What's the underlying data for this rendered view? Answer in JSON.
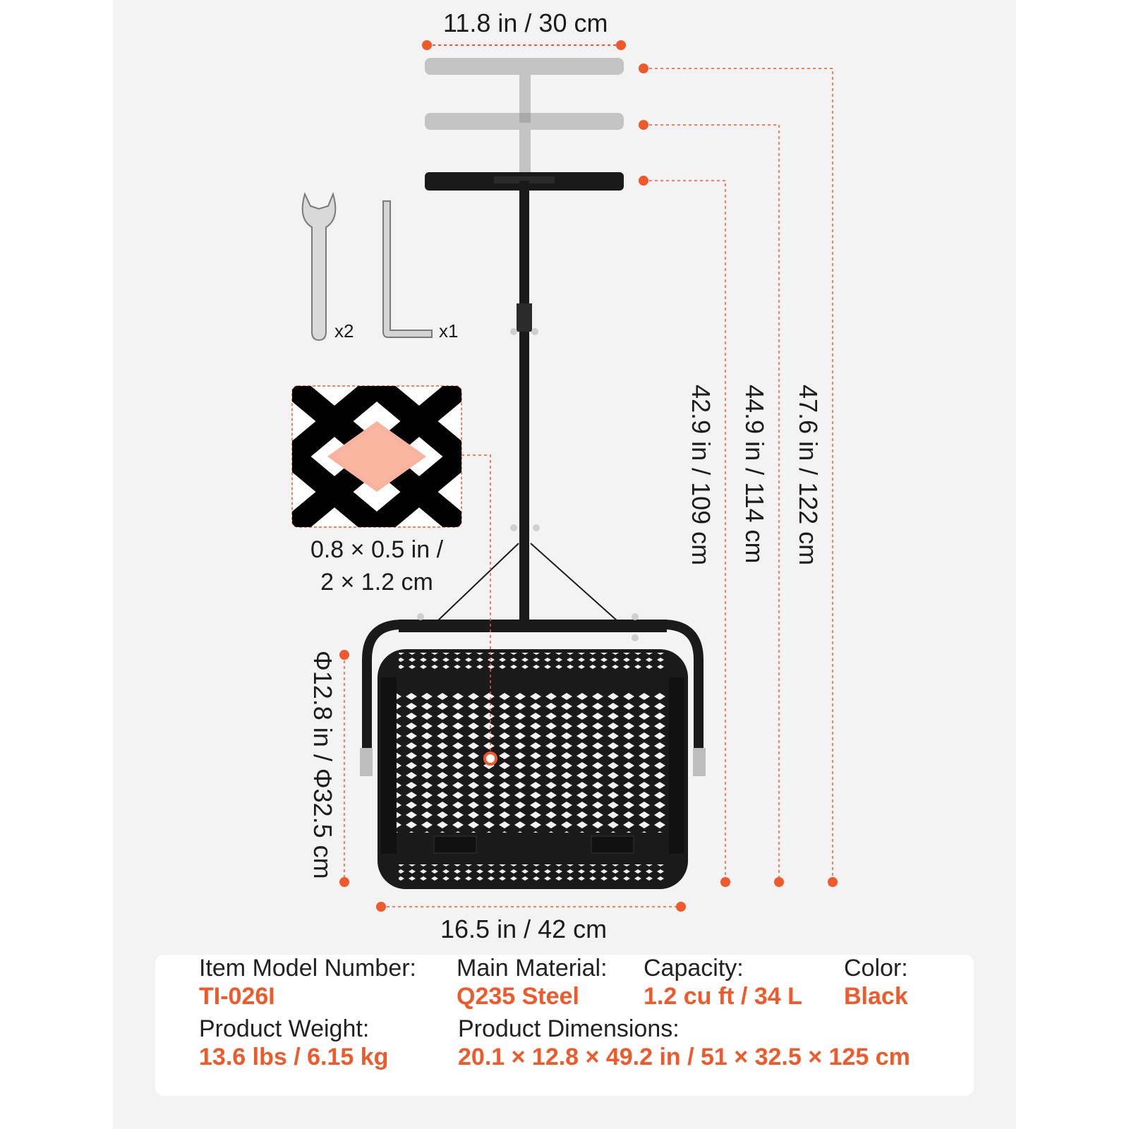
{
  "dimensions": {
    "handle_width": "11.8 in / 30 cm",
    "height_low": "42.9 in / 109 cm",
    "height_mid": "44.9 in / 114 cm",
    "height_high": "47.6 in / 122 cm",
    "drum_width": "16.5 in / 42 cm",
    "drum_diameter": "Φ12.8 in / Φ32.5 cm",
    "mesh_size_line1": "0.8 × 0.5 in /",
    "mesh_size_line2": "2 × 1.2 cm"
  },
  "accessories": {
    "wrench_qty": "x2",
    "hex_key_qty": "x1"
  },
  "specs": {
    "model_label": "Item Model Number:",
    "model_value": "TI-026I",
    "material_label": "Main Material:",
    "material_value": "Q235 Steel",
    "capacity_label": "Capacity:",
    "capacity_value": "1.2 cu ft / 34 L",
    "color_label": "Color:",
    "color_value": "Black",
    "weight_label": "Product Weight:",
    "weight_value": "13.6 lbs / 6.15 kg",
    "dimensions_label": "Product Dimensions:",
    "dimensions_value": "20.1 × 12.8 × 49.2 in / 51 × 32.5 × 125 cm"
  },
  "colors": {
    "accent": "#f0592a",
    "product": "#1a1a1a",
    "background": "#f3f3f3"
  }
}
